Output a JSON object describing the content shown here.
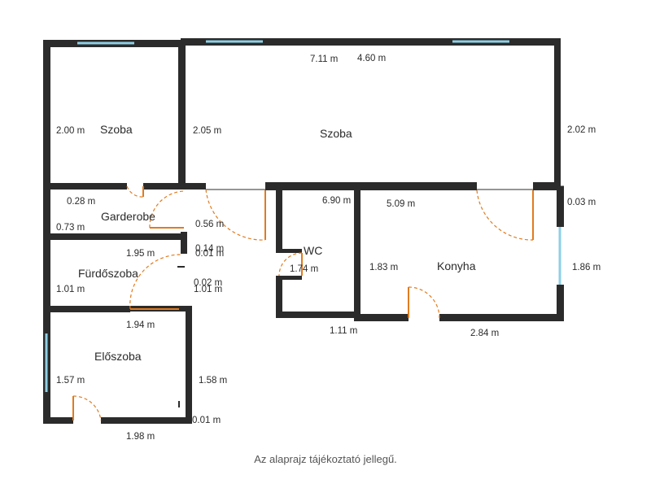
{
  "rooms": {
    "szoba_left": "Szoba",
    "szoba_main": "Szoba",
    "garderobe": "Garderobe",
    "wc": "WC",
    "konyha": "Konyha",
    "furdoszoba": "Fürdőszoba",
    "eloszoba": "Előszoba"
  },
  "dimensions": {
    "d_7_11": "7.11 m",
    "d_4_60": "4.60 m",
    "d_2_00": "2.00 m",
    "d_2_05": "2.05 m",
    "d_2_02": "2.02 m",
    "d_0_28": "0.28 m",
    "d_6_90": "6.90 m",
    "d_5_09": "5.09 m",
    "d_0_03": "0.03 m",
    "d_0_73": "0.73 m",
    "d_0_56": "0.56 m",
    "d_0_14": "0.14 m",
    "d_0_01_a": "0.01 m",
    "d_1_95": "1.95 m",
    "d_1_74": "1.74 m",
    "d_1_83": "1.83 m",
    "d_1_86": "1.86 m",
    "d_1_01_a": "1.01 m",
    "d_0_02": "0.02 m",
    "d_1_01_b": "1.01 m",
    "d_1_94": "1.94 m",
    "d_1_11": "1.11 m",
    "d_2_84": "2.84 m",
    "d_1_57": "1.57 m",
    "d_1_58": "1.58 m",
    "d_0_01_b": "0.01 m",
    "d_1_98": "1.98 m"
  },
  "footer": "Az alaprajz tájékoztató jellegű.",
  "colors": {
    "wall": "#2b2b2b",
    "window": "#8ecfe6",
    "door": "#e07b1f"
  }
}
